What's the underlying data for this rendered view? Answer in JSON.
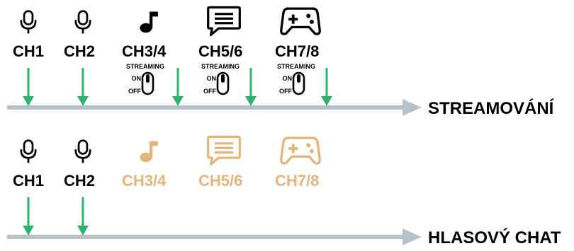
{
  "colors": {
    "active": "#000000",
    "inactive": "#e3b57b",
    "arrow": "#2fb36b",
    "bus": "#b7c2c8",
    "text": "#000000"
  },
  "top_row": {
    "destination": "STREAMOVÁNÍ",
    "channels": [
      {
        "label": "CH1",
        "icon": "microphone-icon",
        "active": true
      },
      {
        "label": "CH2",
        "icon": "microphone-icon",
        "active": true
      },
      {
        "label": "CH3/4",
        "icon": "music-note-icon",
        "active": true
      },
      {
        "label": "CH5/6",
        "icon": "chat-icon",
        "active": true
      },
      {
        "label": "CH7/8",
        "icon": "gamepad-icon",
        "active": true
      }
    ],
    "switch": {
      "title": "STREAMING",
      "on": "ON",
      "off": "OFF",
      "state": "ON"
    }
  },
  "bottom_row": {
    "destination": "HLASOVÝ CHAT",
    "channels": [
      {
        "label": "CH1",
        "icon": "microphone-icon",
        "active": true
      },
      {
        "label": "CH2",
        "icon": "microphone-icon",
        "active": true
      },
      {
        "label": "CH3/4",
        "icon": "music-note-icon",
        "active": false
      },
      {
        "label": "CH5/6",
        "icon": "chat-icon",
        "active": false
      },
      {
        "label": "CH7/8",
        "icon": "gamepad-icon",
        "active": false
      }
    ]
  }
}
